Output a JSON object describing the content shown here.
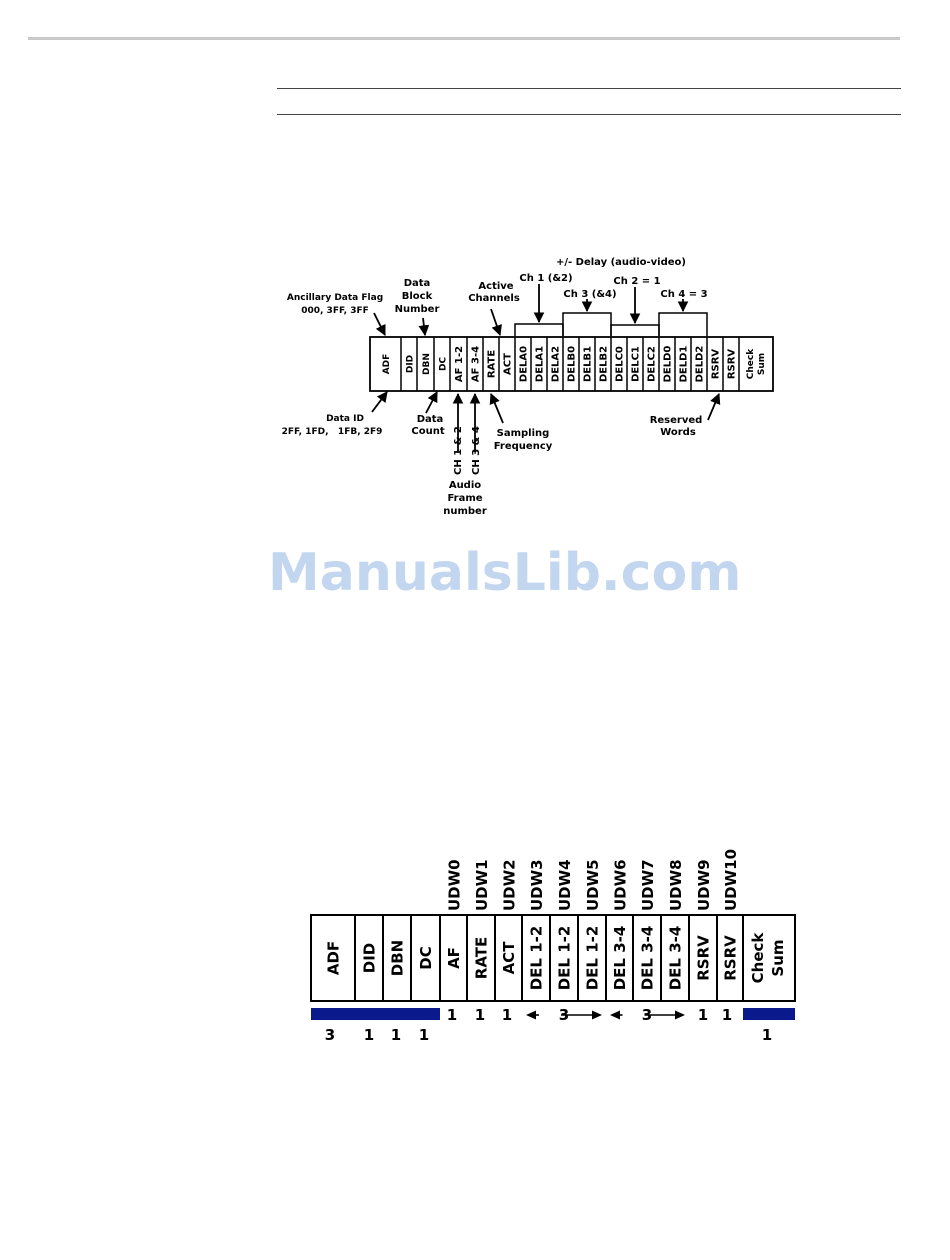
{
  "watermark": "ManualsLib.com",
  "diagram1": {
    "cells": [
      "ADF",
      "DID",
      "DBN",
      "DC",
      "AF 1-2",
      "AF 3-4",
      "RATE",
      "ACT",
      "DELA0",
      "DELA1",
      "DELA2",
      "DELB0",
      "DELB1",
      "DELB2",
      "DELC0",
      "DELC1",
      "DELC2",
      "DELD0",
      "DELD1",
      "DELD2",
      "RSRV",
      "RSRV"
    ],
    "checksum": [
      "Check",
      "Sum"
    ],
    "labels": {
      "adf": [
        "Ancillary Data Flag",
        "000, 3FF, 3FF"
      ],
      "dbn": [
        "Data",
        "Block",
        "Number"
      ],
      "active": [
        "Active",
        "Channels"
      ],
      "delay_title": "+/- Delay (audio-video)",
      "ch1": "Ch 1 (&2)",
      "ch3": "Ch 3 (&4)",
      "ch2": "Ch 2 = 1",
      "ch4": "Ch 4 = 3",
      "did": [
        "Data ID",
        "2FF, 1FD,   1FB, 2F9"
      ],
      "dc": [
        "Data",
        "Count"
      ],
      "ch12": "CH 1 & 2",
      "ch34": "CH 3 & 4",
      "audio_frame": [
        "Audio",
        "Frame",
        "number"
      ],
      "sampling": [
        "Sampling",
        "Frequency"
      ],
      "reserved": [
        "Reserved",
        "Words"
      ]
    }
  },
  "diagram2": {
    "cells": [
      "ADF",
      "DID",
      "DBN",
      "DC",
      "AF",
      "RATE",
      "ACT",
      "DEL 1-2",
      "DEL 1-2",
      "DEL 1-2",
      "DEL 3-4",
      "DEL 3-4",
      "DEL 3-4",
      "RSRV",
      "RSRV"
    ],
    "checksum": [
      "Check",
      "Sum"
    ],
    "udw": [
      "UDW0",
      "UDW1",
      "UDW2",
      "UDW3",
      "UDW4",
      "UDW5",
      "UDW6",
      "UDW7",
      "UDW8",
      "UDW9",
      "UDW10"
    ],
    "counts_header": [
      "3",
      "1",
      "1",
      "1"
    ],
    "counts_udw": [
      "1",
      "1",
      "1",
      "3",
      "3",
      "1",
      "1"
    ],
    "count_checksum": "1",
    "bar_color": "#0a1a8c"
  }
}
